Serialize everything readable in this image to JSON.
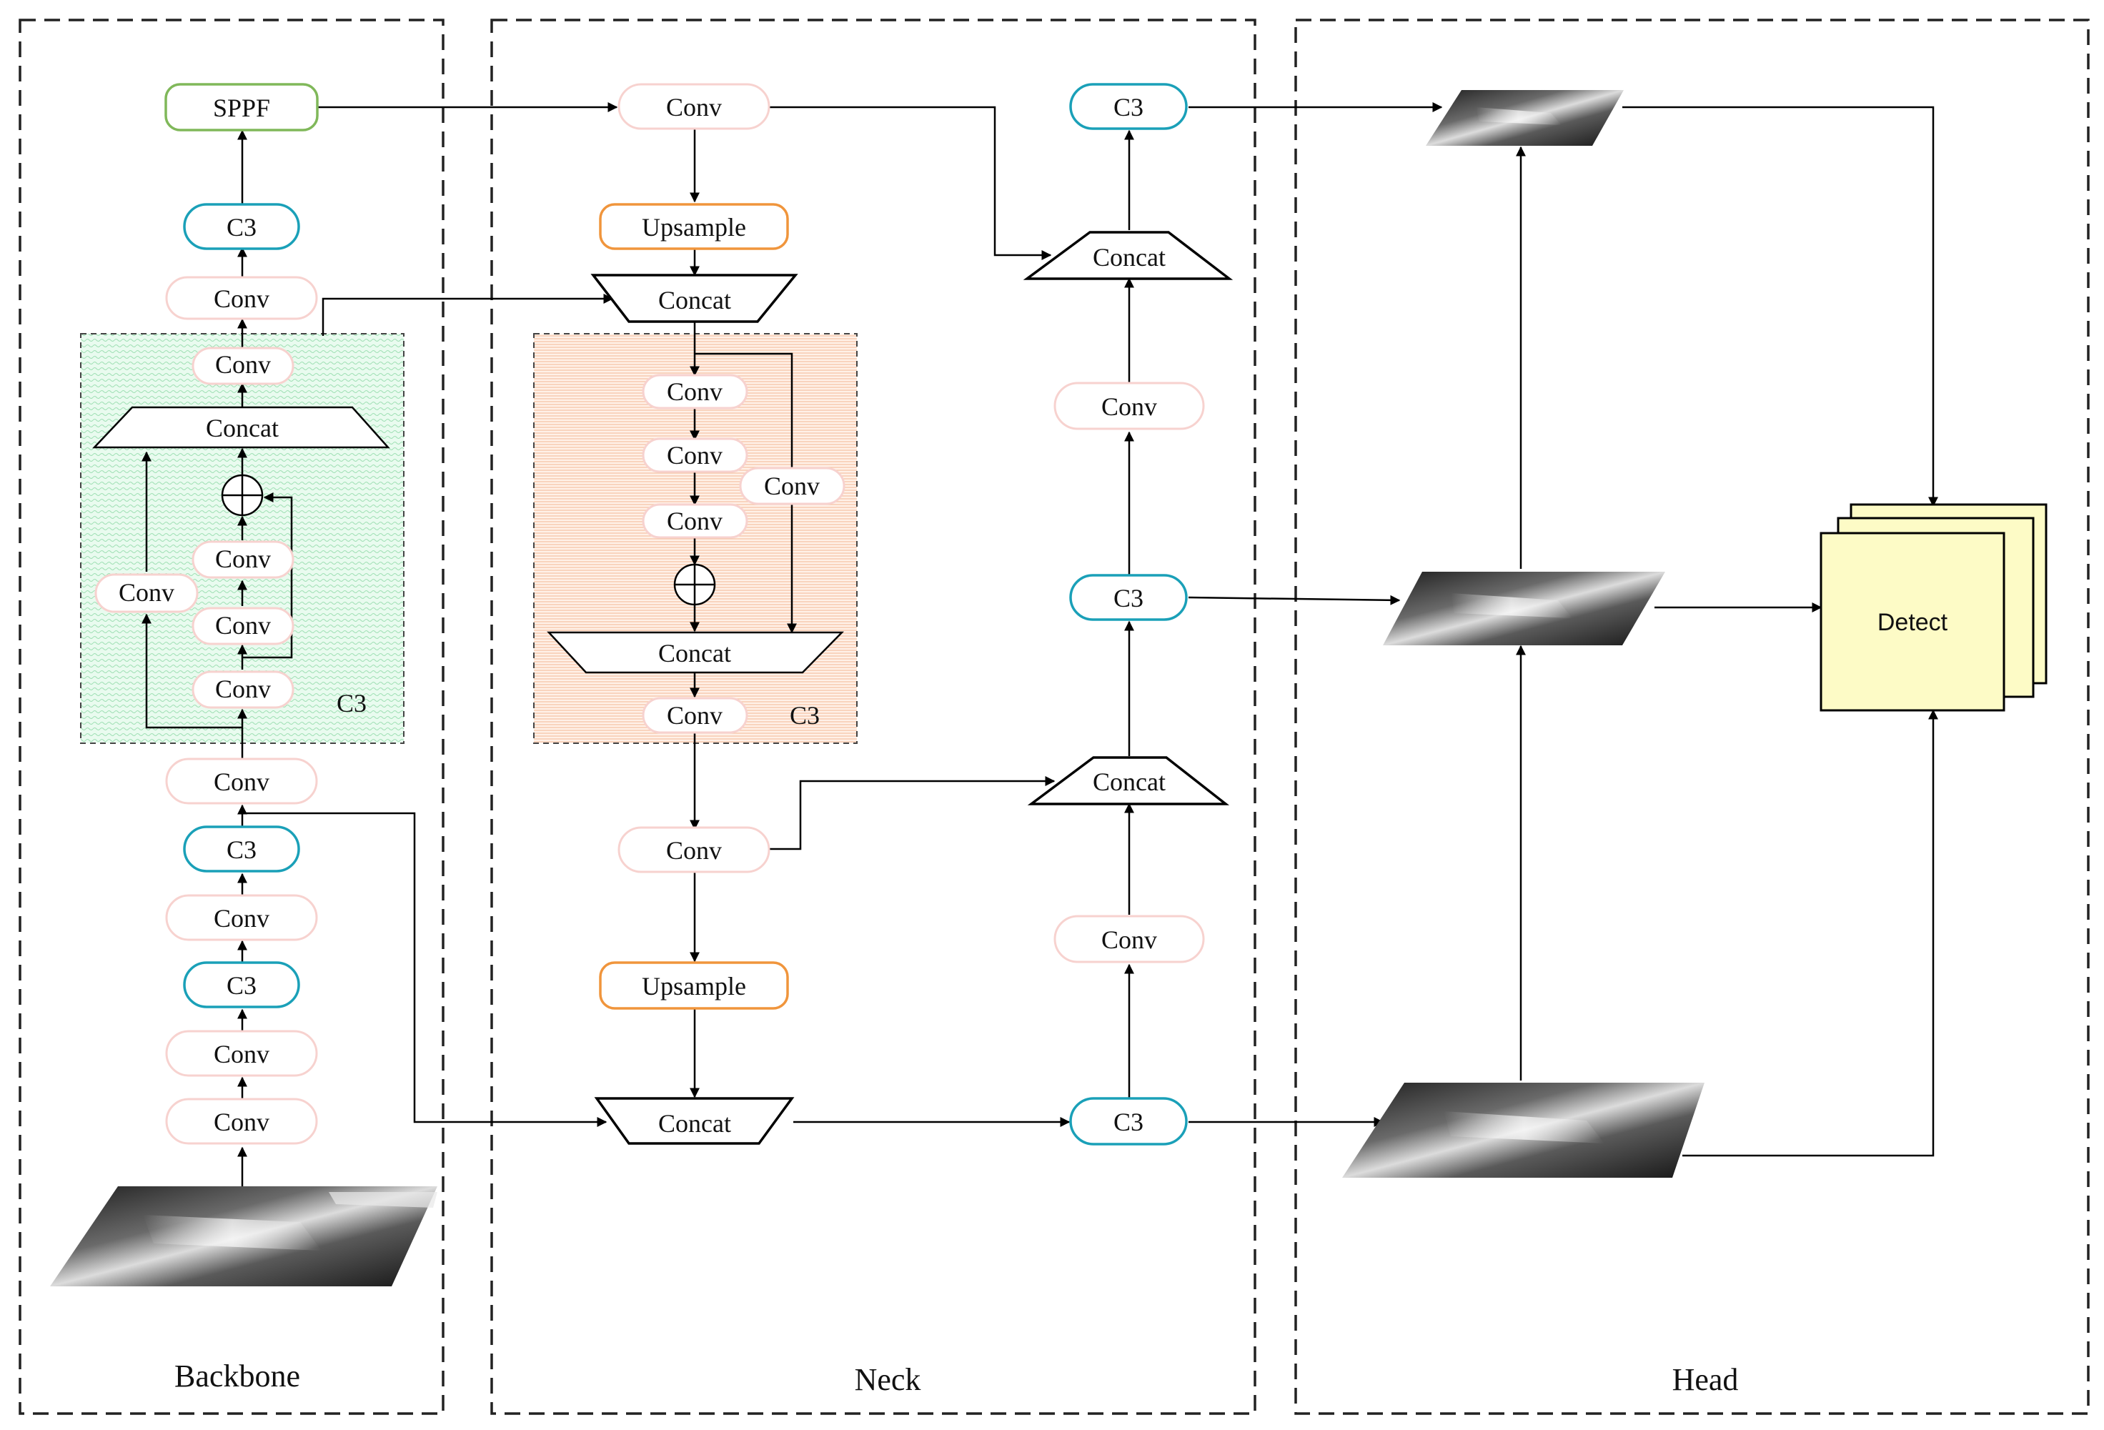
{
  "sections": {
    "backbone": "Backbone",
    "neck": "Neck",
    "head": "Head"
  },
  "labels": {
    "sppf": "SPPF",
    "c3": "C3",
    "conv": "Conv",
    "concat": "Concat",
    "upsample": "Upsample",
    "detect": "Detect"
  },
  "colors": {
    "conv_border": "#f7d2cf",
    "c3_border": "#1aa0b8",
    "sppf_border": "#80b85a",
    "upsample_border": "#f0953c",
    "c3_block_green": "#c8f0d6",
    "c3_block_orange": "#fbd6bf",
    "detect_fill": "#fdfbc6"
  }
}
